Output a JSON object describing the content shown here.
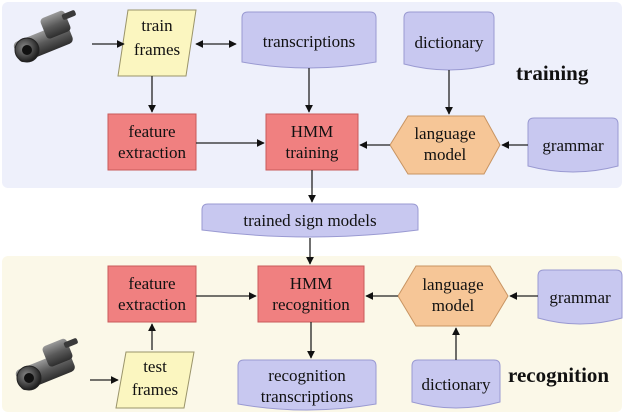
{
  "colors": {
    "panel_training": "#eef0fb",
    "panel_recognition": "#fbf8e8",
    "process": "#f08080",
    "process_stroke": "#c85a5a",
    "data_store": "#c8c8f0",
    "data_store_stroke": "#9a9ad2",
    "language_model": "#f6c697",
    "language_model_stroke": "#c89462",
    "frames": "#fbf6c0",
    "frames_stroke": "#9a946a"
  },
  "icons": {
    "camera_training": "video-camera-icon",
    "camera_recognition": "video-camera-icon"
  },
  "sections": {
    "training": "training",
    "recognition": "recognition"
  },
  "nodes": {
    "train_frames": [
      "train",
      "frames"
    ],
    "transcriptions": [
      "transcriptions"
    ],
    "dictionary_train": [
      "dictionary"
    ],
    "feature_extraction_train": [
      "feature",
      "extraction"
    ],
    "hmm_training": [
      "HMM",
      "training"
    ],
    "language_model_train": [
      "language",
      "model"
    ],
    "grammar_train": [
      "grammar"
    ],
    "trained_sign_models": [
      "trained sign models"
    ],
    "feature_extraction_rec": [
      "feature",
      "extraction"
    ],
    "hmm_recognition": [
      "HMM",
      "recognition"
    ],
    "language_model_rec": [
      "language",
      "model"
    ],
    "grammar_rec": [
      "grammar"
    ],
    "test_frames": [
      "test",
      "frames"
    ],
    "recognition_transcriptions": [
      "recognition",
      "transcriptions"
    ],
    "dictionary_rec": [
      "dictionary"
    ]
  }
}
